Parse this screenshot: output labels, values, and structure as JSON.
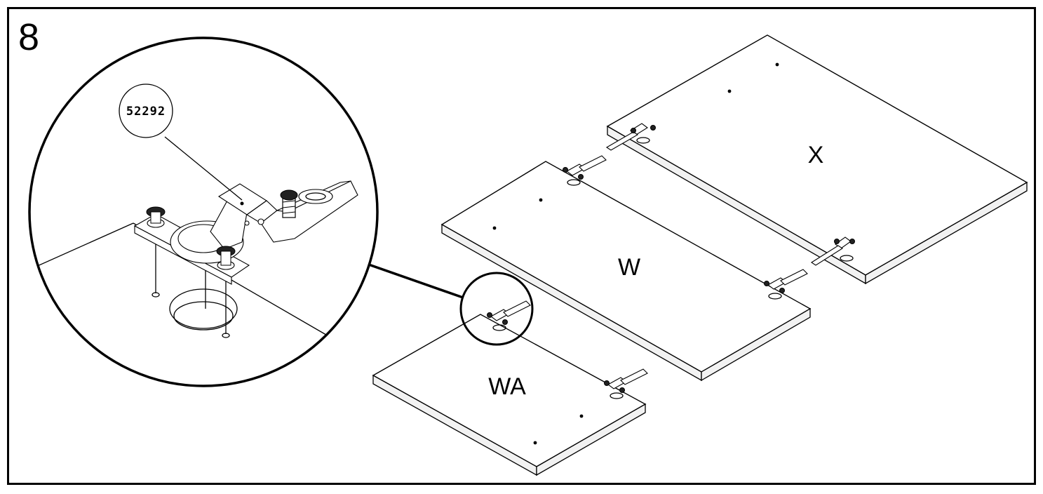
{
  "step": {
    "number": "8"
  },
  "callout": {
    "part_number": "52292"
  },
  "panels": [
    {
      "label": "X"
    },
    {
      "label": "W"
    },
    {
      "label": "WA"
    }
  ],
  "icons": [
    "hinge-icon",
    "screw-icon"
  ]
}
